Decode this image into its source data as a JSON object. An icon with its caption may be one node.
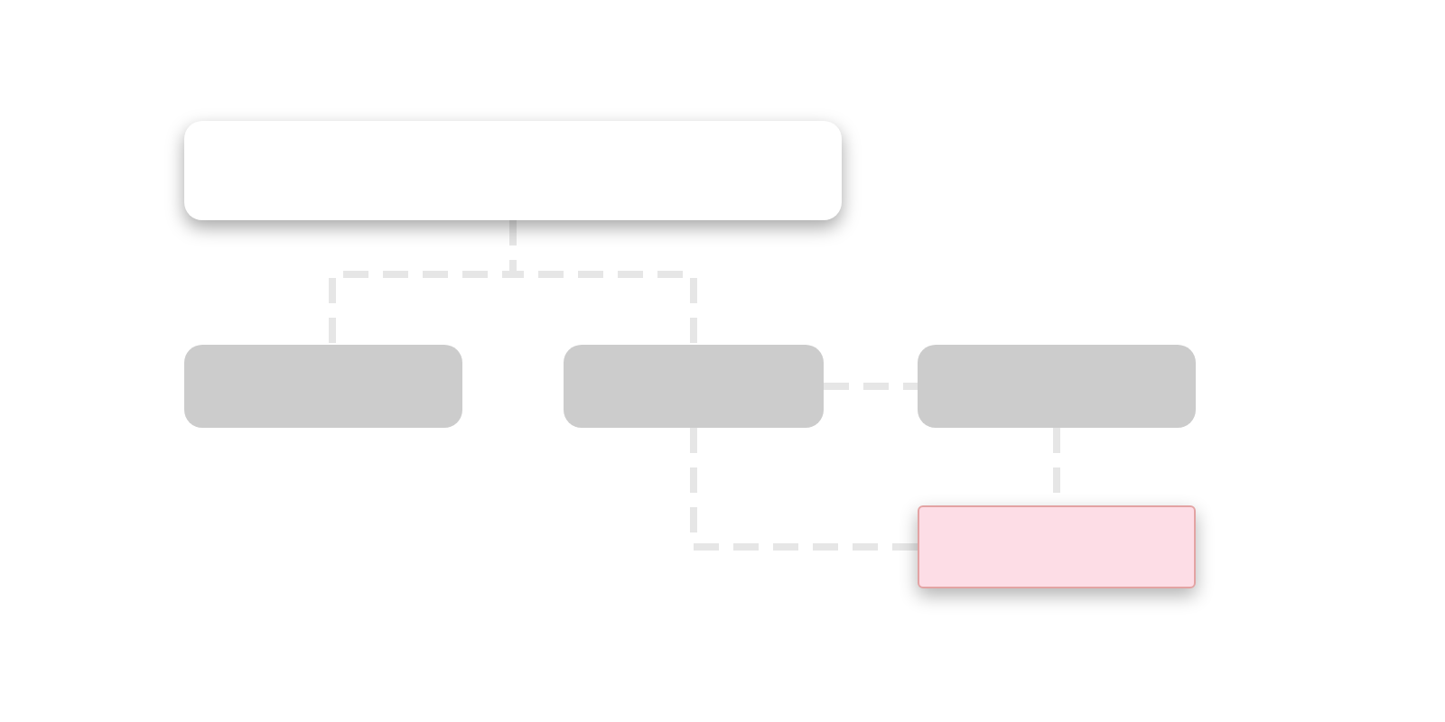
{
  "diagram": {
    "nodes": [
      {
        "text": [],
        "shape": "box"
      },
      {
        "text": [],
        "shape": "box"
      },
      {
        "text": [],
        "shape": "box"
      },
      {
        "text": [],
        "shape": "box"
      },
      {
        "text": [],
        "shape": "box"
      }
    ],
    "edges": [
      {
        "from": 0,
        "to": 1,
        "arrow": "none",
        "style": "dashed"
      },
      {
        "from": 0,
        "to": 2,
        "arrow": "none",
        "style": "dashed"
      },
      {
        "from": 2,
        "to": 3,
        "arrow": "none",
        "style": "dashed"
      },
      {
        "from": 3,
        "to": 4,
        "arrow": "none",
        "style": "dashed"
      },
      {
        "from": 2,
        "to": 4,
        "arrow": "none",
        "style": "dashed"
      }
    ]
  }
}
